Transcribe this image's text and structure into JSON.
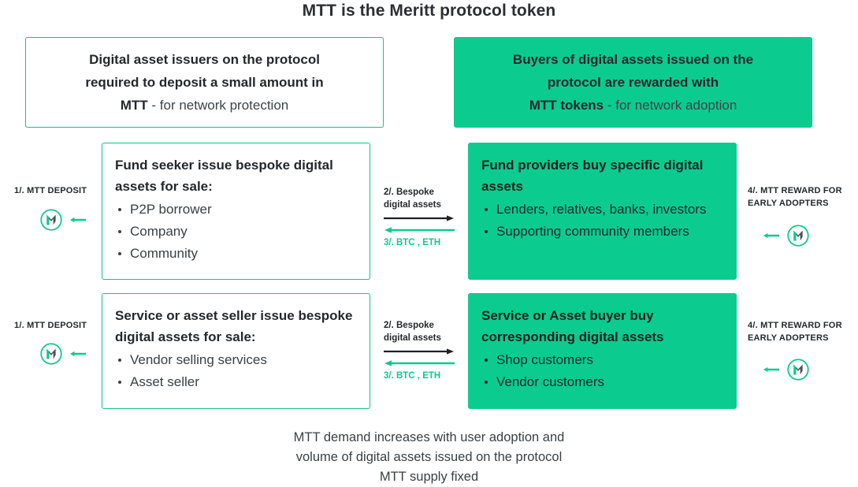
{
  "title": "MTT is the Meritt protocol token",
  "colors": {
    "brand_green": "#0ccb8e",
    "border_green": "#12c48b",
    "text_dark": "#24282c",
    "text_body": "#3a4046"
  },
  "banners": [
    {
      "variant": "white",
      "lines": [
        {
          "strong": "Digital asset issuers on the protocol",
          "soft": ""
        },
        {
          "strong": "required to deposit a small amount in",
          "soft": ""
        },
        {
          "strong": "MTT",
          "soft": " - for network protection"
        }
      ]
    },
    {
      "variant": "green",
      "lines": [
        {
          "strong": "Buyers of digital assets issued on the",
          "soft": ""
        },
        {
          "strong": "protocol are rewarded with",
          "soft": ""
        },
        {
          "strong": "MTT tokens",
          "soft": " - for network adoption"
        }
      ]
    }
  ],
  "panels": [
    {
      "id": "fund-seeker",
      "variant": "white",
      "heading": "Fund seeker issue bespoke digital assets for sale:",
      "items": [
        "P2P borrower",
        "Company",
        "Community"
      ]
    },
    {
      "id": "fund-providers",
      "variant": "green",
      "heading": "Fund providers buy specific digital assets",
      "items": [
        "Lenders, relatives, banks, investors",
        "Supporting community members"
      ]
    },
    {
      "id": "service-asset-seller",
      "variant": "white",
      "heading": "Service or asset seller issue bespoke digital assets for sale:",
      "items": [
        "Vendor selling services",
        "Asset seller"
      ]
    },
    {
      "id": "service-asset-buyer",
      "variant": "green",
      "heading": "Service or Asset buyer buy corresponding digital assets",
      "items": [
        "Shop customers",
        "Vendor customers"
      ]
    }
  ],
  "left_notes": [
    {
      "label": "1/. MTT DEPOSIT",
      "icon": "mtt-token-logo",
      "arrow": "arrow-left-icon"
    },
    {
      "label": "1/. MTT DEPOSIT",
      "icon": "mtt-token-logo",
      "arrow": "arrow-left-icon"
    }
  ],
  "right_notes": [
    {
      "label": "4/. MTT REWARD FOR EARLY ADOPTERS",
      "line1": "4/. MTT REWARD FOR",
      "line2": "EARLY ADOPTERS",
      "icon": "mtt-token-logo",
      "arrow": "arrow-left-icon"
    },
    {
      "label": "4/. MTT REWARD FOR EARLY ADOPTERS",
      "line1": "4/. MTT REWARD FOR",
      "line2": "EARLY ADOPTERS",
      "icon": "mtt-token-logo",
      "arrow": "arrow-left-icon"
    }
  ],
  "flows": [
    {
      "top_line1": "2/. Bespoke",
      "top_line2": "digital assets",
      "bottom": "3/. BTC , ETH",
      "arrow_right": "arrow-right-icon",
      "arrow_left": "arrow-left-icon"
    },
    {
      "top_line1": "2/. Bespoke",
      "top_line2": "digital assets",
      "bottom": "3/. BTC , ETH",
      "arrow_right": "arrow-right-icon",
      "arrow_left": "arrow-left-icon"
    }
  ],
  "footer": {
    "line1": "MTT demand increases with user adoption and",
    "line2": "volume of digital assets issued on the protocol",
    "line3": "MTT supply fixed"
  }
}
